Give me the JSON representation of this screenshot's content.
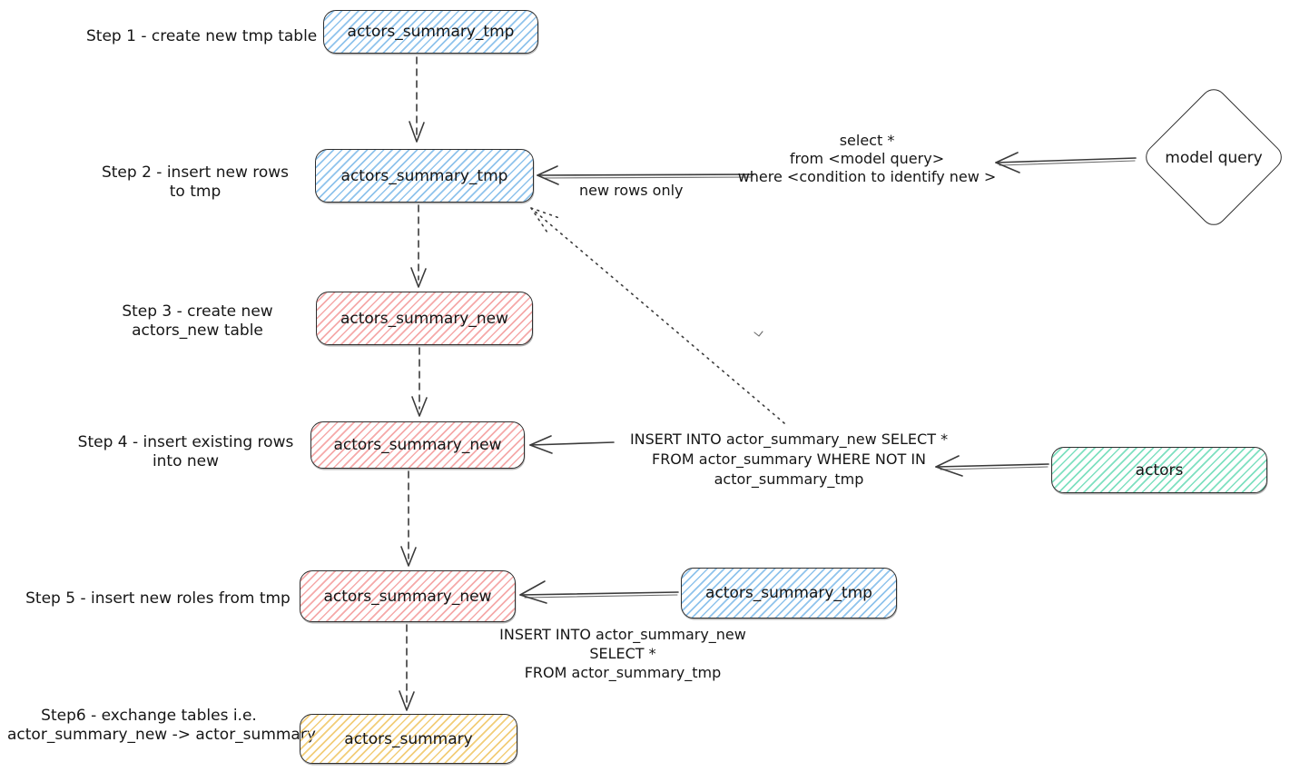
{
  "colors": {
    "stroke": "#2e2e2e",
    "blue": "#8fc3ec",
    "pink": "#f5a9a9",
    "teal": "#7ee0c0",
    "yellow": "#f2cd78"
  },
  "steps": {
    "step1": {
      "line1": "Step 1 - create new tmp table"
    },
    "step2": {
      "line1": "Step 2 - insert new rows",
      "line2": "to tmp"
    },
    "step3": {
      "line1": "Step 3 - create new",
      "line2": "actors_new table"
    },
    "step4": {
      "line1": "Step 4 - insert existing rows",
      "line2": "into new"
    },
    "step5": {
      "line1": "Step 5 - insert new roles from tmp"
    },
    "step6": {
      "line1": "Step6 - exchange tables i.e.",
      "line2": "actor_summary_new -> actor_summary"
    }
  },
  "nodes": {
    "step1_box": "actors_summary_tmp",
    "step2_box": "actors_summary_tmp",
    "step3_box": "actors_summary_new",
    "step4_box": "actors_summary_new",
    "step5_box": "actors_summary_new",
    "step6_box": "actors_summary",
    "actors_box": "actors",
    "tmp_source_box": "actors_summary_tmp",
    "model_query": "model query"
  },
  "annotations": {
    "select_query": {
      "line1": "select *",
      "line2": "from <model query>",
      "line3": "where <condition to identify new >"
    },
    "new_rows_only": "new rows only",
    "insert_existing": {
      "line1": "INSERT INTO actor_summary_new SELECT *",
      "line2": "FROM actor_summary WHERE NOT IN",
      "line3": "actor_summary_tmp"
    },
    "insert_from_tmp": {
      "line1": "INSERT INTO actor_summary_new",
      "line2": "SELECT *",
      "line3": "FROM actor_summary_tmp"
    }
  }
}
